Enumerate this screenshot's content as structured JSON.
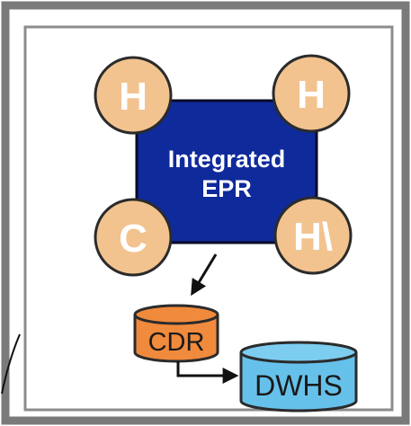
{
  "diagram": {
    "center": {
      "line1": "Integrated",
      "line2": "EPR"
    },
    "nodes": {
      "top_left": "H",
      "top_right": "H",
      "bottom_left": "C",
      "bottom_right": "H\\"
    },
    "stores": {
      "cdr": "CDR",
      "dwhs": "DWHS"
    },
    "colors": {
      "frame_border": "#7a7a7a",
      "panel_border": "#8c8c8c",
      "center_fill": "#0f2a9a",
      "center_stroke": "#0a0a28",
      "node_fill": "#f2c38f",
      "node_stroke": "#2b2b2b",
      "cdr_fill": "#f08a3c",
      "dwhs_fill": "#66c1ea",
      "arrow": "#111111"
    }
  }
}
